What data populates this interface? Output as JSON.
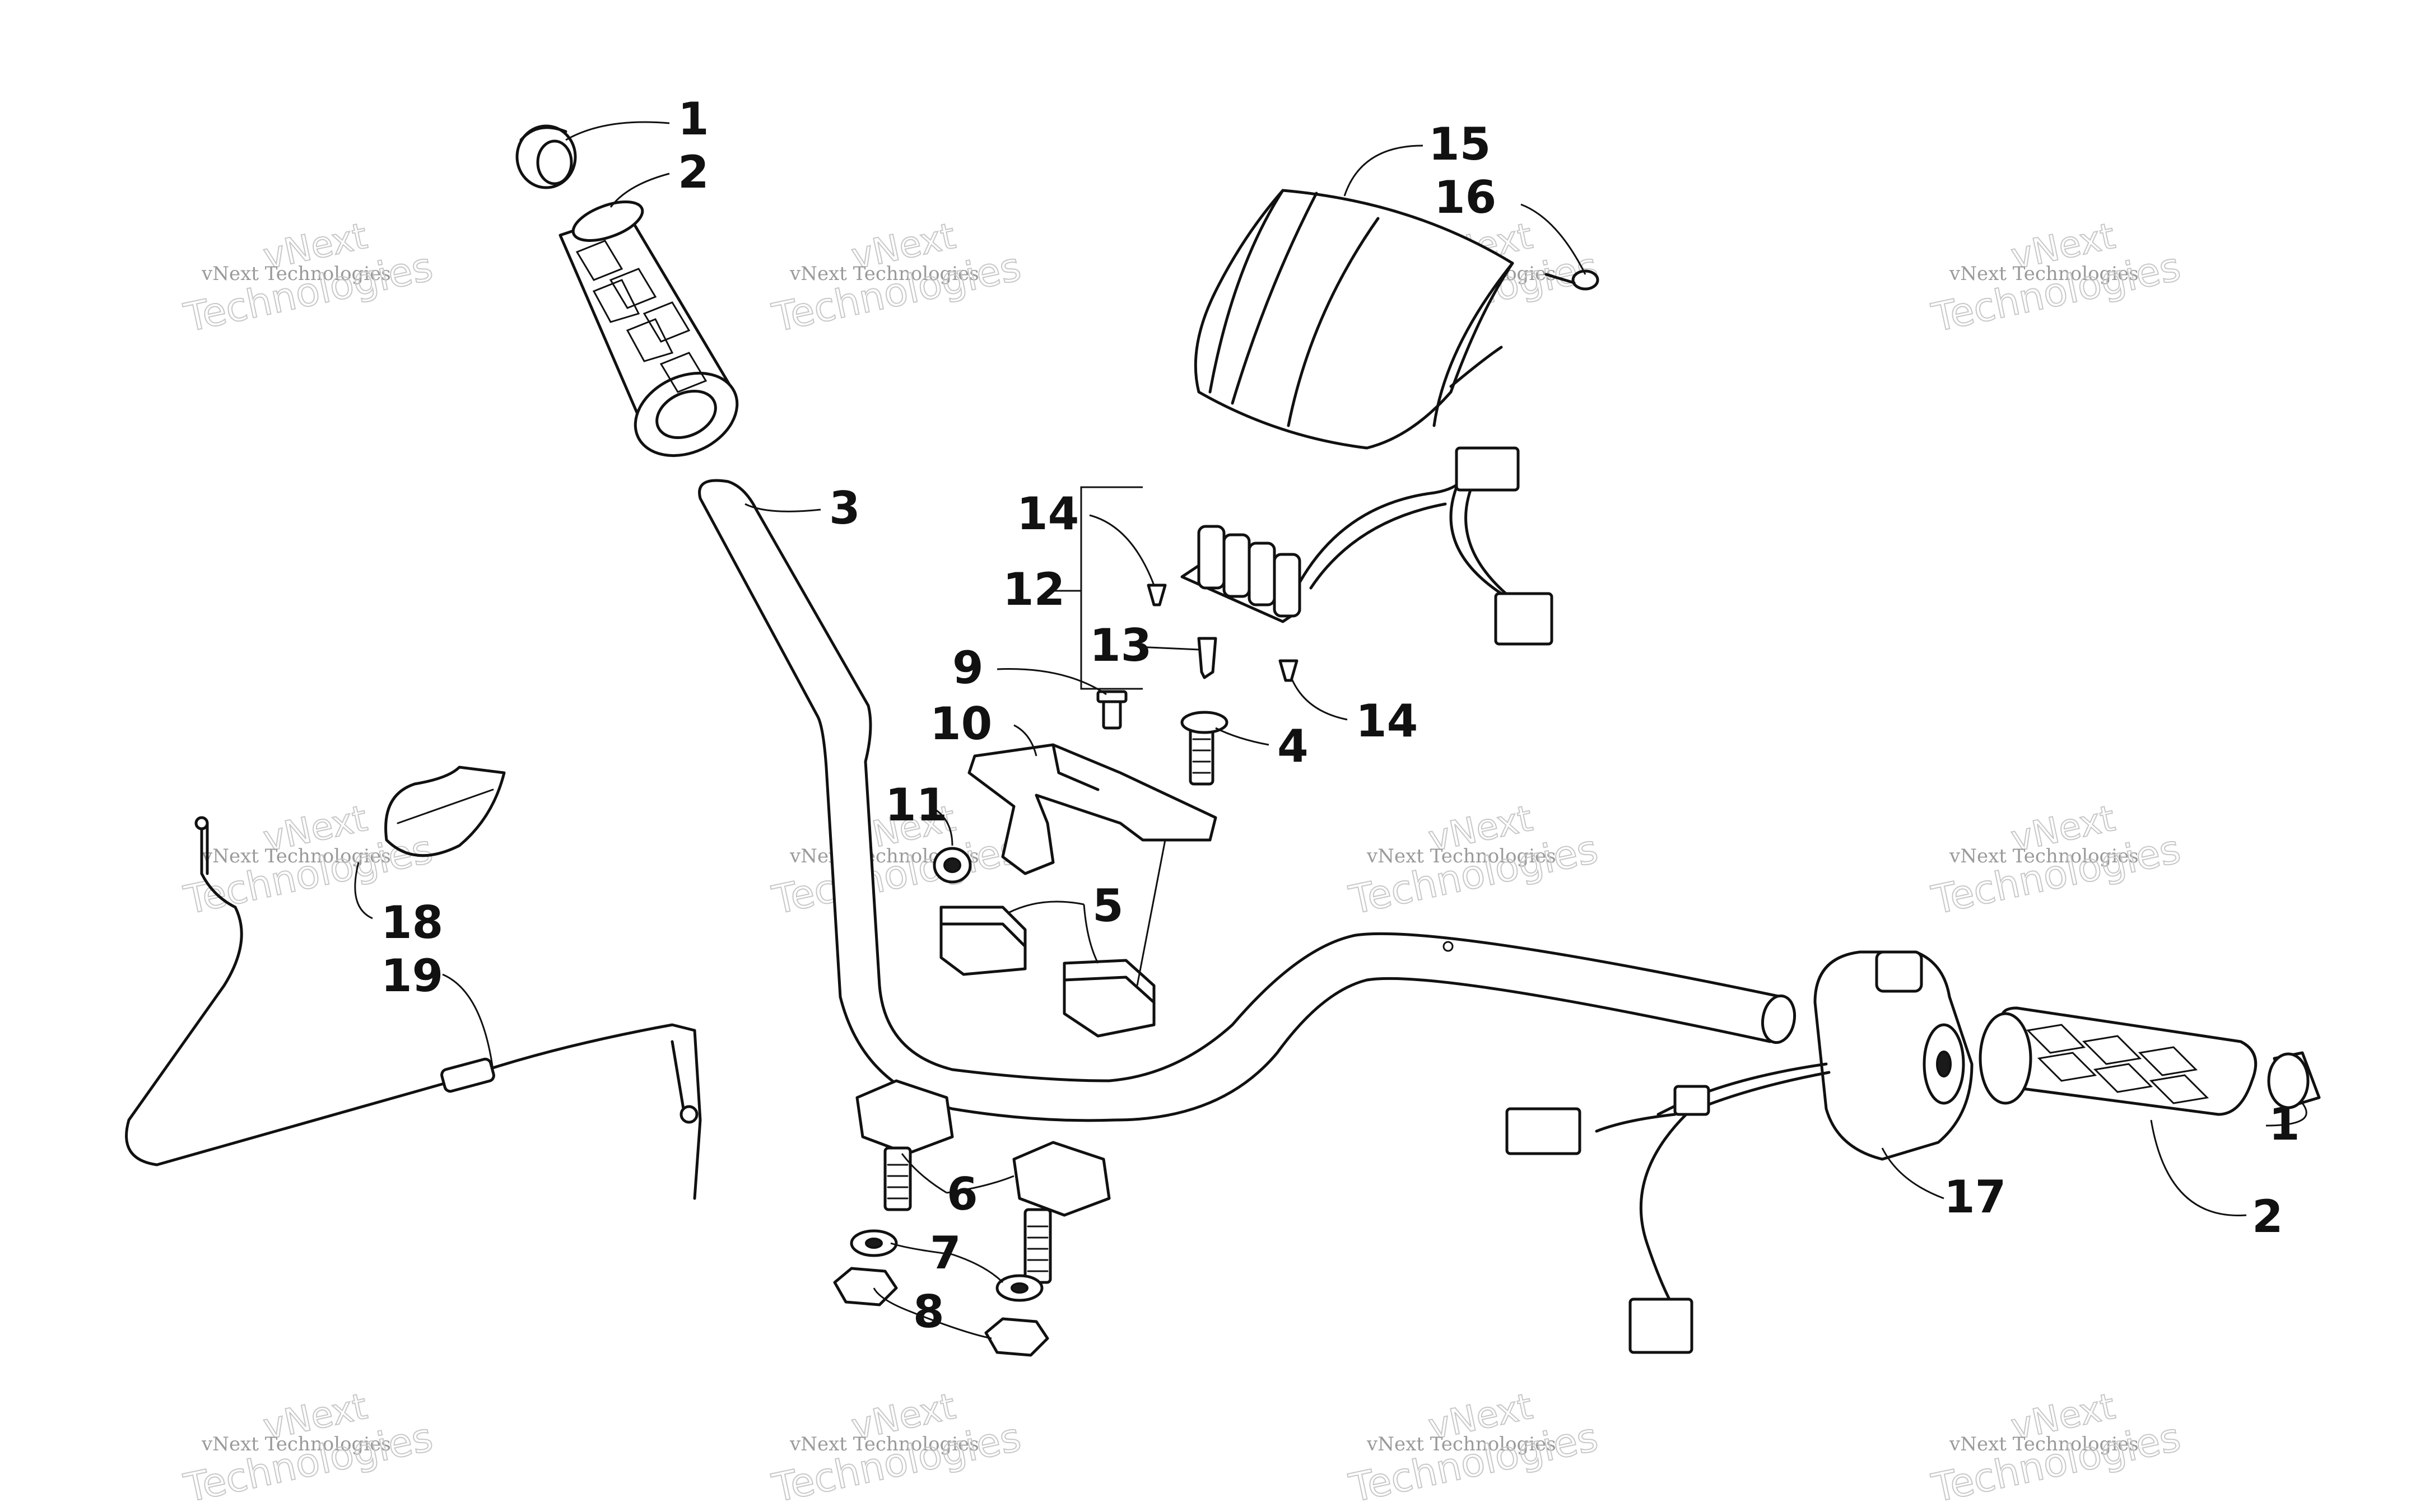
{
  "watermark": {
    "logo": "vNext",
    "text": "vNext Technologies",
    "color": "#9a9a9a"
  },
  "callouts": {
    "c1a": "1",
    "c2a": "2",
    "c3": "3",
    "c4": "4",
    "c5": "5",
    "c6": "6",
    "c7": "7",
    "c8": "8",
    "c9": "9",
    "c10": "10",
    "c11": "11",
    "c12": "12",
    "c13": "13",
    "c14a": "14",
    "c14b": "14",
    "c15": "15",
    "c16": "16",
    "c17": "17",
    "c18": "18",
    "c19": "19",
    "c1b": "1",
    "c2b": "2"
  }
}
